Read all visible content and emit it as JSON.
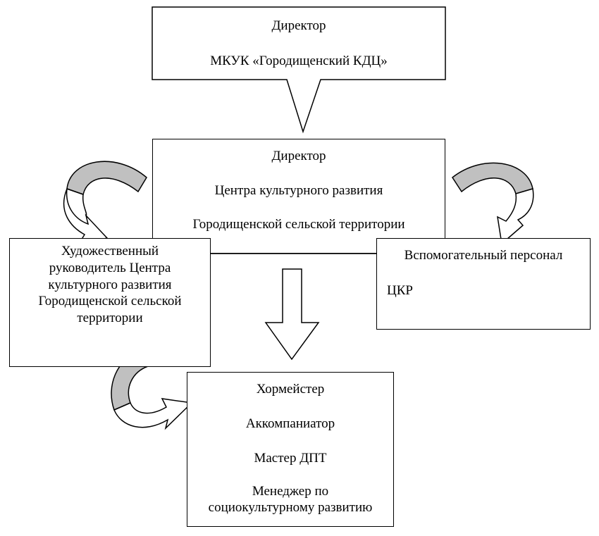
{
  "diagram": {
    "director_mkuk": {
      "line1": "Директор",
      "line2": "МКУК «Городищенский КДЦ»"
    },
    "director_ckr": {
      "line1": "Директор",
      "line2": "Центра культурного развития",
      "line3": "Городищенской сельской территории"
    },
    "art_director": {
      "lines": [
        "Художественный",
        "руководитель Центра",
        "культурного развития",
        "Городищенской сельской",
        "территории"
      ]
    },
    "support_staff": {
      "line1": "Вспомогательный персонал",
      "line2": "ЦКР"
    },
    "staff_list": {
      "line1": "Хормейстер",
      "line2": "Аккомпаниатор",
      "line3": "Мастер ДПТ",
      "line4a": "Менеджер по",
      "line4b": "социокультурному развитию"
    }
  },
  "colors": {
    "stroke": "#000000",
    "arrow_shade": "#c0c0c0",
    "background": "#ffffff"
  }
}
